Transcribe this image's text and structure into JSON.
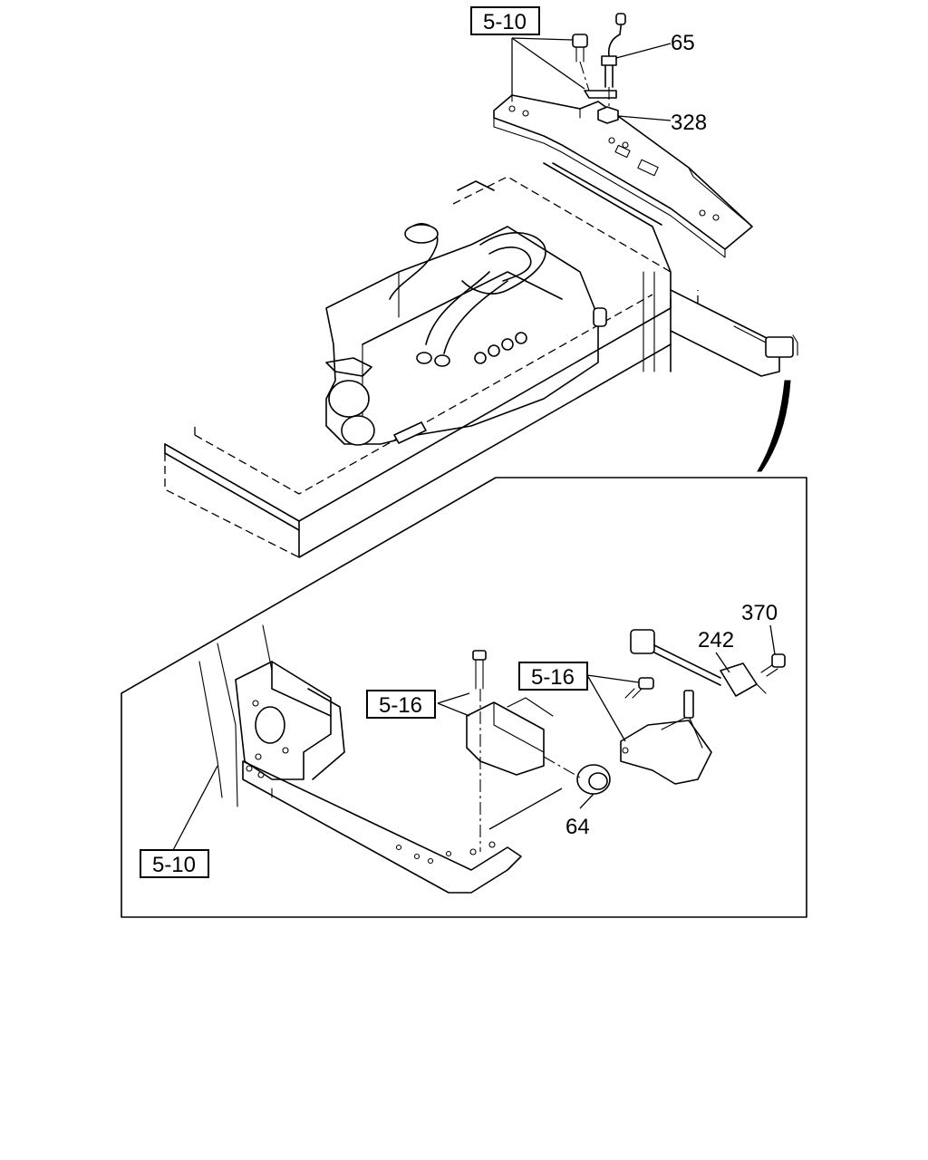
{
  "diagram": {
    "callouts": {
      "part_65": "65",
      "part_328": "328",
      "part_370": "370",
      "part_242": "242",
      "part_64": "64"
    },
    "reference_boxes": {
      "ref_top": "5-10",
      "ref_bottom_left": "5-10",
      "ref_mid_left": "5-16",
      "ref_mid_right": "5-16"
    }
  }
}
